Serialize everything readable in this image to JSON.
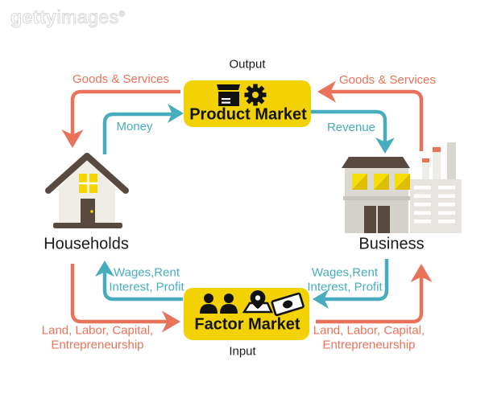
{
  "watermark": {
    "brand_bold": "getty",
    "brand_light": "images",
    "reg": "®"
  },
  "colors": {
    "coral": "#E8735A",
    "teal": "#47ACBD",
    "market_yellow": "#F2D203",
    "roof_brown": "#594A41",
    "wall_cream": "#F0EDE7",
    "text_black": "#1B1B1B"
  },
  "nodes": {
    "product_market": {
      "label": "Product Market",
      "tag": "Output"
    },
    "factor_market": {
      "label": "Factor Market",
      "tag": "Input"
    },
    "households": {
      "label": "Households"
    },
    "business": {
      "label": "Business"
    }
  },
  "flows": {
    "goods_services_left": "Goods & Services",
    "money": "Money",
    "goods_services_right": "Goods & Services",
    "revenue": "Revenue",
    "wages_left_line1": "Wages,Rent",
    "wages_left_line2": "Interest, Profit",
    "wages_right_line1": "Wages,Rent",
    "wages_right_line2": "Interest, Profit",
    "land_left_line1": "Land, Labor, Capital,",
    "land_left_line2": "Entrepreneurship",
    "land_right_line1": "Land, Labor, Capital,",
    "land_right_line2": "Entrepreneurship"
  }
}
